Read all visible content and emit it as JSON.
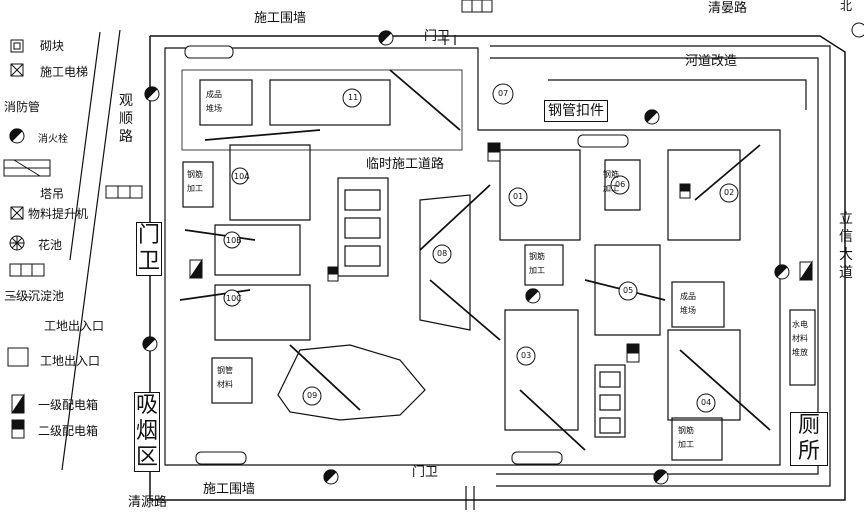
{
  "north_label": "北",
  "legend": [
    {
      "key": "brick",
      "label": "砌块"
    },
    {
      "key": "hoist",
      "label": "施工电梯"
    },
    {
      "key": "fire_pipe",
      "label": "消防管"
    },
    {
      "key": "hydrant",
      "label": "消火栓"
    },
    {
      "key": "tower_crane",
      "label": "塔吊"
    },
    {
      "key": "lift",
      "label": "物料提升机"
    },
    {
      "key": "flower",
      "label": "花池"
    },
    {
      "key": "tank",
      "label": "三级沉淀池"
    },
    {
      "key": "entry_dash",
      "label": "工地出入口"
    },
    {
      "key": "entry_gate",
      "label": "工地出入口"
    },
    {
      "key": "box1",
      "label": "一级配电箱"
    },
    {
      "key": "box2",
      "label": "二级配电箱"
    }
  ],
  "streets": {
    "top_wall": "施工围墙",
    "bottom_wall": "施工围墙",
    "qingyan": "清晏路",
    "river": "河道改造",
    "guanshun": "观顺路",
    "lixin": "立信大道",
    "qingyuan": "清源路",
    "temp_road": "临时施工道路",
    "steel": "钢管扣件",
    "gate_top": "门卫",
    "gate_bottom": "门卫",
    "gate_left": "门卫",
    "smoking": "吸烟区",
    "toilet": "厕所"
  },
  "buildings": [
    "11",
    "10A",
    "10B",
    "10C",
    "09",
    "08",
    "07",
    "06",
    "05",
    "04",
    "03",
    "02",
    "01"
  ],
  "yards": {
    "a": "成品\n堆场",
    "b": "成品\n堆场",
    "c": "钢筋\n加工",
    "d": "钢筋\n加工",
    "e": "钢管\n材料",
    "f": "水电\n材料\n堆放",
    "g": "钢筋\n加工",
    "h": "钢筋\n加工"
  }
}
